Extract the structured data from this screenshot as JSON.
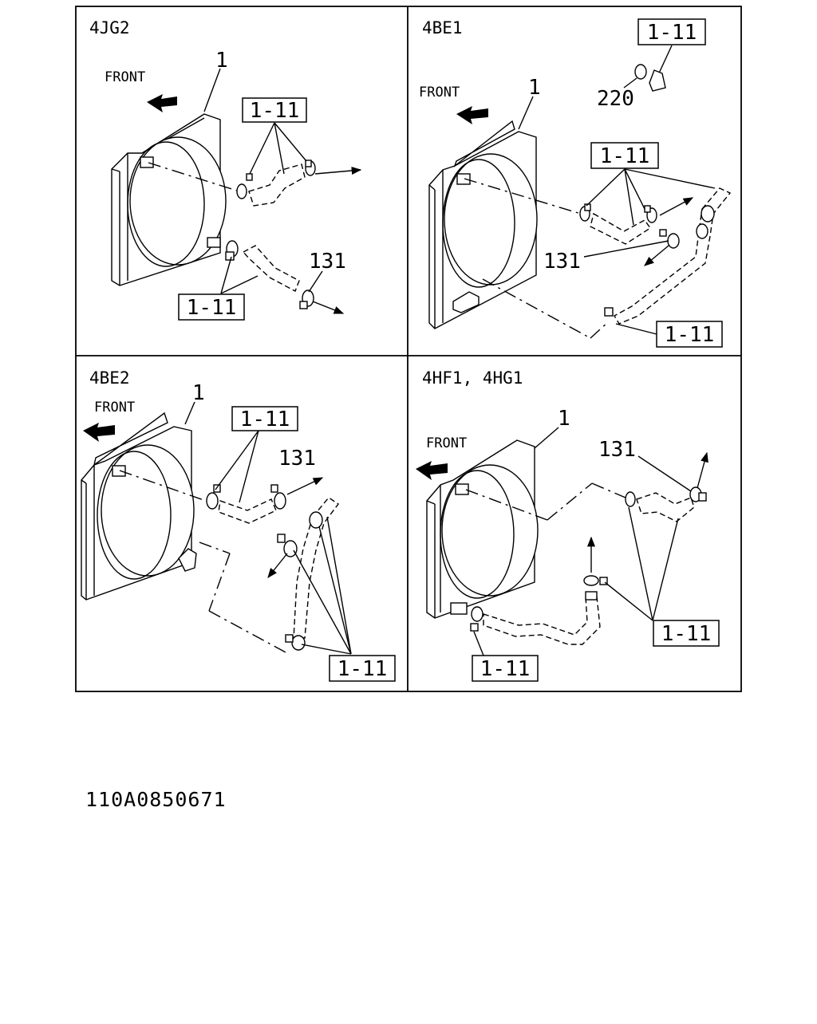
{
  "panels": [
    {
      "engine": "4JG2",
      "front": "FRONT",
      "radiator_ref": "1",
      "hose_ref": "131",
      "clamp_refs": [
        "1-11",
        "1-11"
      ]
    },
    {
      "engine": "4BE1",
      "front": "FRONT",
      "radiator_ref": "1",
      "hose_ref": "131",
      "nut_ref": "220",
      "clamp_refs": [
        "1-11",
        "1-11",
        "1-11"
      ]
    },
    {
      "engine": "4BE2",
      "front": "FRONT",
      "radiator_ref": "1",
      "hose_ref": "131",
      "clamp_refs": [
        "1-11",
        "1-11"
      ]
    },
    {
      "engine": "4HF1, 4HG1",
      "front": "FRONT",
      "radiator_ref": "1",
      "hose_ref": "131",
      "clamp_refs": [
        "1-11",
        "1-11"
      ]
    }
  ],
  "drawing_code": "110A0850671"
}
